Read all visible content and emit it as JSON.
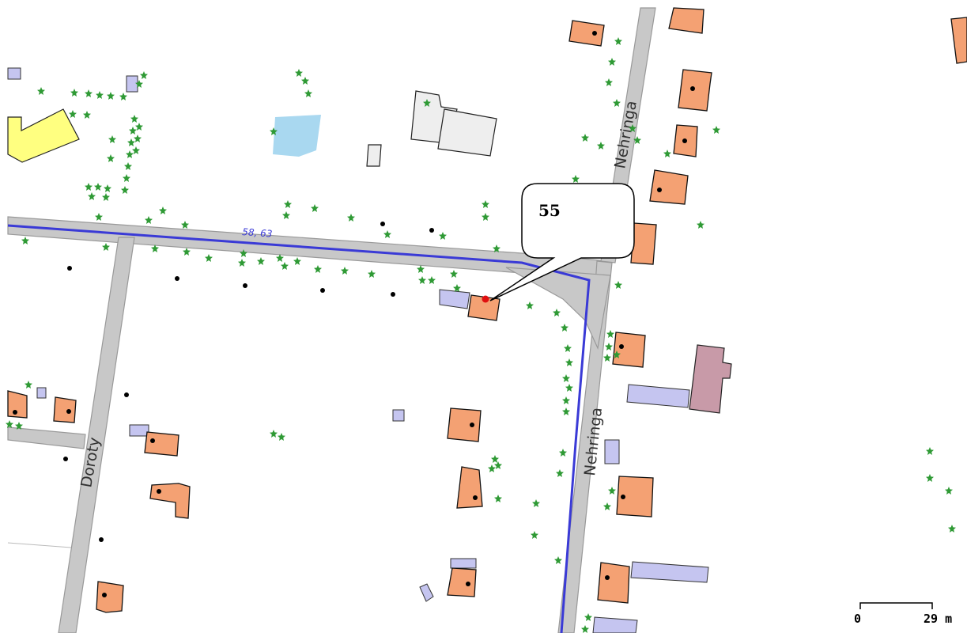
{
  "streets": {
    "nehringa_upper": "Nehringa",
    "nehringa_lower": "Nehringa",
    "doroty": "Doroty"
  },
  "road_number": "58, 63",
  "callout": {
    "label": "55"
  },
  "scale_bar": {
    "start": "0",
    "end": "29 m"
  },
  "colors": {
    "residential_building": "#f4a173",
    "outbuilding": "#c5c5f0",
    "public_building": "#ffff80",
    "religious_building": "#c89aa8",
    "industrial_building": "#eeeeee",
    "water": "#a9d8f0",
    "road": "#c8c8c8",
    "route_line": "#3a3ad6",
    "tree": "#2f9a35",
    "highlight_point": "#e01010"
  }
}
